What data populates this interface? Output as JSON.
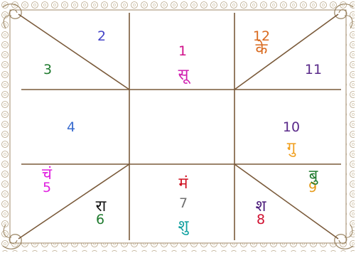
{
  "colors": {
    "background": "#ffffff",
    "border_frame": "#a08a6a",
    "grid_line": "#7a5a3a"
  },
  "houses": [
    {
      "sign": "1",
      "color": "#d0108a"
    },
    {
      "sign": "2",
      "color": "#4545c8"
    },
    {
      "sign": "3",
      "color": "#1f7a2e"
    },
    {
      "sign": "4",
      "color": "#3a6ccf"
    },
    {
      "sign": "5",
      "color": "#e020e0"
    },
    {
      "sign": "6",
      "color": "#1f7a2e"
    },
    {
      "sign": "7",
      "color": "#707070"
    },
    {
      "sign": "8",
      "color": "#d01030"
    },
    {
      "sign": "9",
      "color": "#e59b1a"
    },
    {
      "sign": "10",
      "color": "#5a2a8a"
    },
    {
      "sign": "11",
      "color": "#5a2a8a"
    },
    {
      "sign": "12",
      "color": "#d96a1f"
    }
  ],
  "planets": [
    {
      "label": "सू",
      "name": "sun",
      "color": "#d020b0"
    },
    {
      "label": "के",
      "name": "ketu",
      "color": "#d96a1f"
    },
    {
      "label": "गु",
      "name": "jupiter",
      "color": "#f0a020"
    },
    {
      "label": "बु",
      "name": "mercury",
      "color": "#1f7a2e"
    },
    {
      "label": "मं",
      "name": "mars",
      "color": "#d01020"
    },
    {
      "label": "शु",
      "name": "venus",
      "color": "#10a0a0"
    },
    {
      "label": "श",
      "name": "saturn",
      "color": "#4a1a7a"
    },
    {
      "label": "चं",
      "name": "moon",
      "color": "#e020e0"
    },
    {
      "label": "रा",
      "name": "rahu",
      "color": "#111111"
    }
  ]
}
